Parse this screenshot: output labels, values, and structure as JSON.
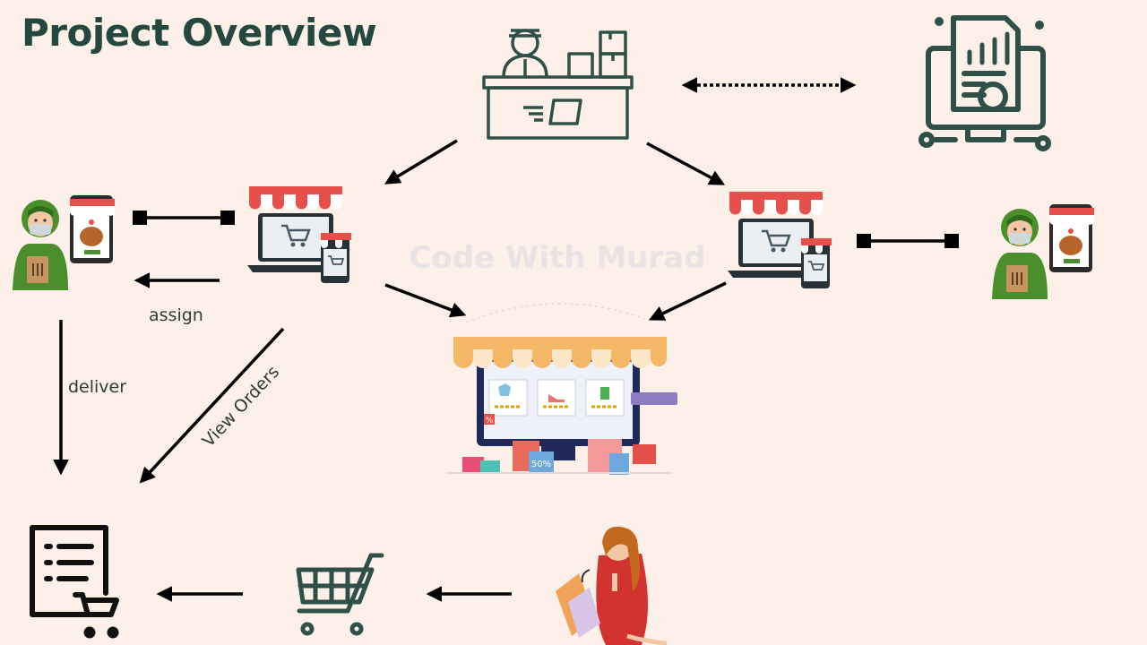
{
  "title": "Project Overview",
  "watermark": "Code With Murad",
  "labels": {
    "assign": "assign",
    "deliver": "deliver",
    "view_orders": "View Orders"
  },
  "badges": {
    "discount": "50%",
    "percent": "%"
  },
  "colors": {
    "title": "#24483f",
    "icon_stroke": "#2e5048",
    "background": "#fcf0e8",
    "awning_red": "#e6504a",
    "rider_green": "#4a8f2c"
  }
}
